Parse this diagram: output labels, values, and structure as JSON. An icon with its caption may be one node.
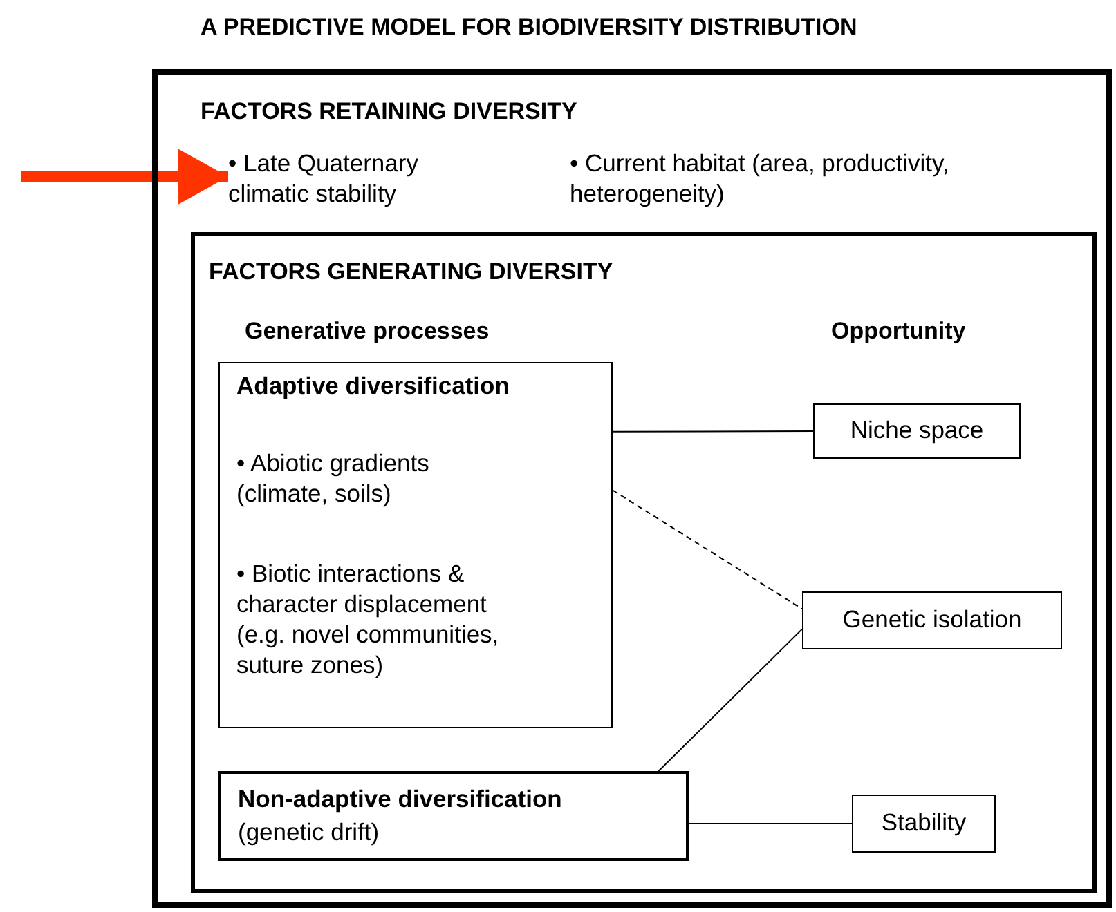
{
  "diagram": {
    "title": "A PREDICTIVE MODEL FOR BIODIVERSITY DISTRIBUTION",
    "nodes": [
      {
        "text": [
          "FACTORS RETAINING DIVERSITY"
        ]
      },
      {
        "text": [
          "• Late Quaternary climatic stability"
        ],
        "in": 0
      },
      {
        "text": [
          "• Current habitat (area, productivity, heterogeneity)"
        ],
        "in": 0
      },
      {
        "text": [
          "FACTORS GENERATING DIVERSITY",
          "Generative processes",
          "Opportunity"
        ],
        "in": 0
      },
      {
        "text": [
          "Adaptive diversification",
          "• Abiotic gradients (climate, soils)",
          "• Biotic interactions & character displacement (e.g. novel communities, suture zones)"
        ],
        "in": 3
      },
      {
        "text": [
          "Niche space"
        ],
        "in": 3
      },
      {
        "text": [
          "Genetic isolation"
        ],
        "in": 3
      },
      {
        "text": [
          "Non-adaptive diversification",
          "(genetic drift)"
        ],
        "in": 3
      },
      {
        "text": [
          "Stability"
        ],
        "in": 3
      }
    ],
    "edges": [
      {
        "from": null,
        "to": 1,
        "arrow": "to",
        "style": "thick",
        "color": "#ff3300"
      },
      {
        "from": 4,
        "to": 5,
        "arrow": "none"
      },
      {
        "from": 4,
        "to": 6,
        "arrow": "none",
        "style": "dashed"
      },
      {
        "from": 7,
        "to": 6,
        "arrow": "none"
      },
      {
        "from": 7,
        "to": 8,
        "arrow": "none"
      }
    ]
  }
}
